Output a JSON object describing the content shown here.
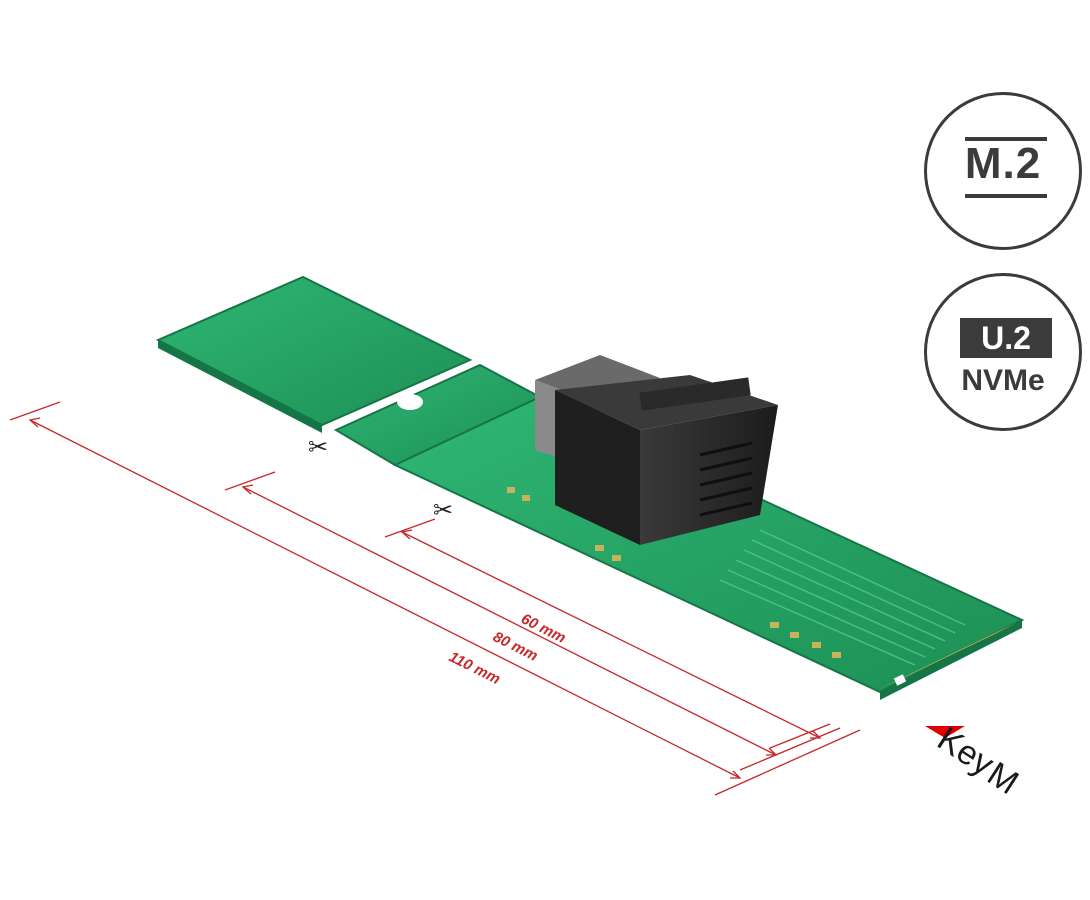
{
  "badges": {
    "m2": "M.2",
    "u2": "U.2",
    "nvme": "NVMe"
  },
  "dimensions": {
    "d60": "60 mm",
    "d80": "80 mm",
    "d110": "110 mm"
  },
  "key": {
    "line1": "Key",
    "line2": "M"
  },
  "colors": {
    "pcb": "#1f9a5c",
    "pcb_light": "#2fb774",
    "pcb_dark": "#167547",
    "dimension_line": "#c62828",
    "key_arrow": "#e00000",
    "connector": "#2b2b2b",
    "gold_contacts": "#d9b24a"
  },
  "icons": [
    "scissors-icon",
    "key-arrow-icon"
  ]
}
